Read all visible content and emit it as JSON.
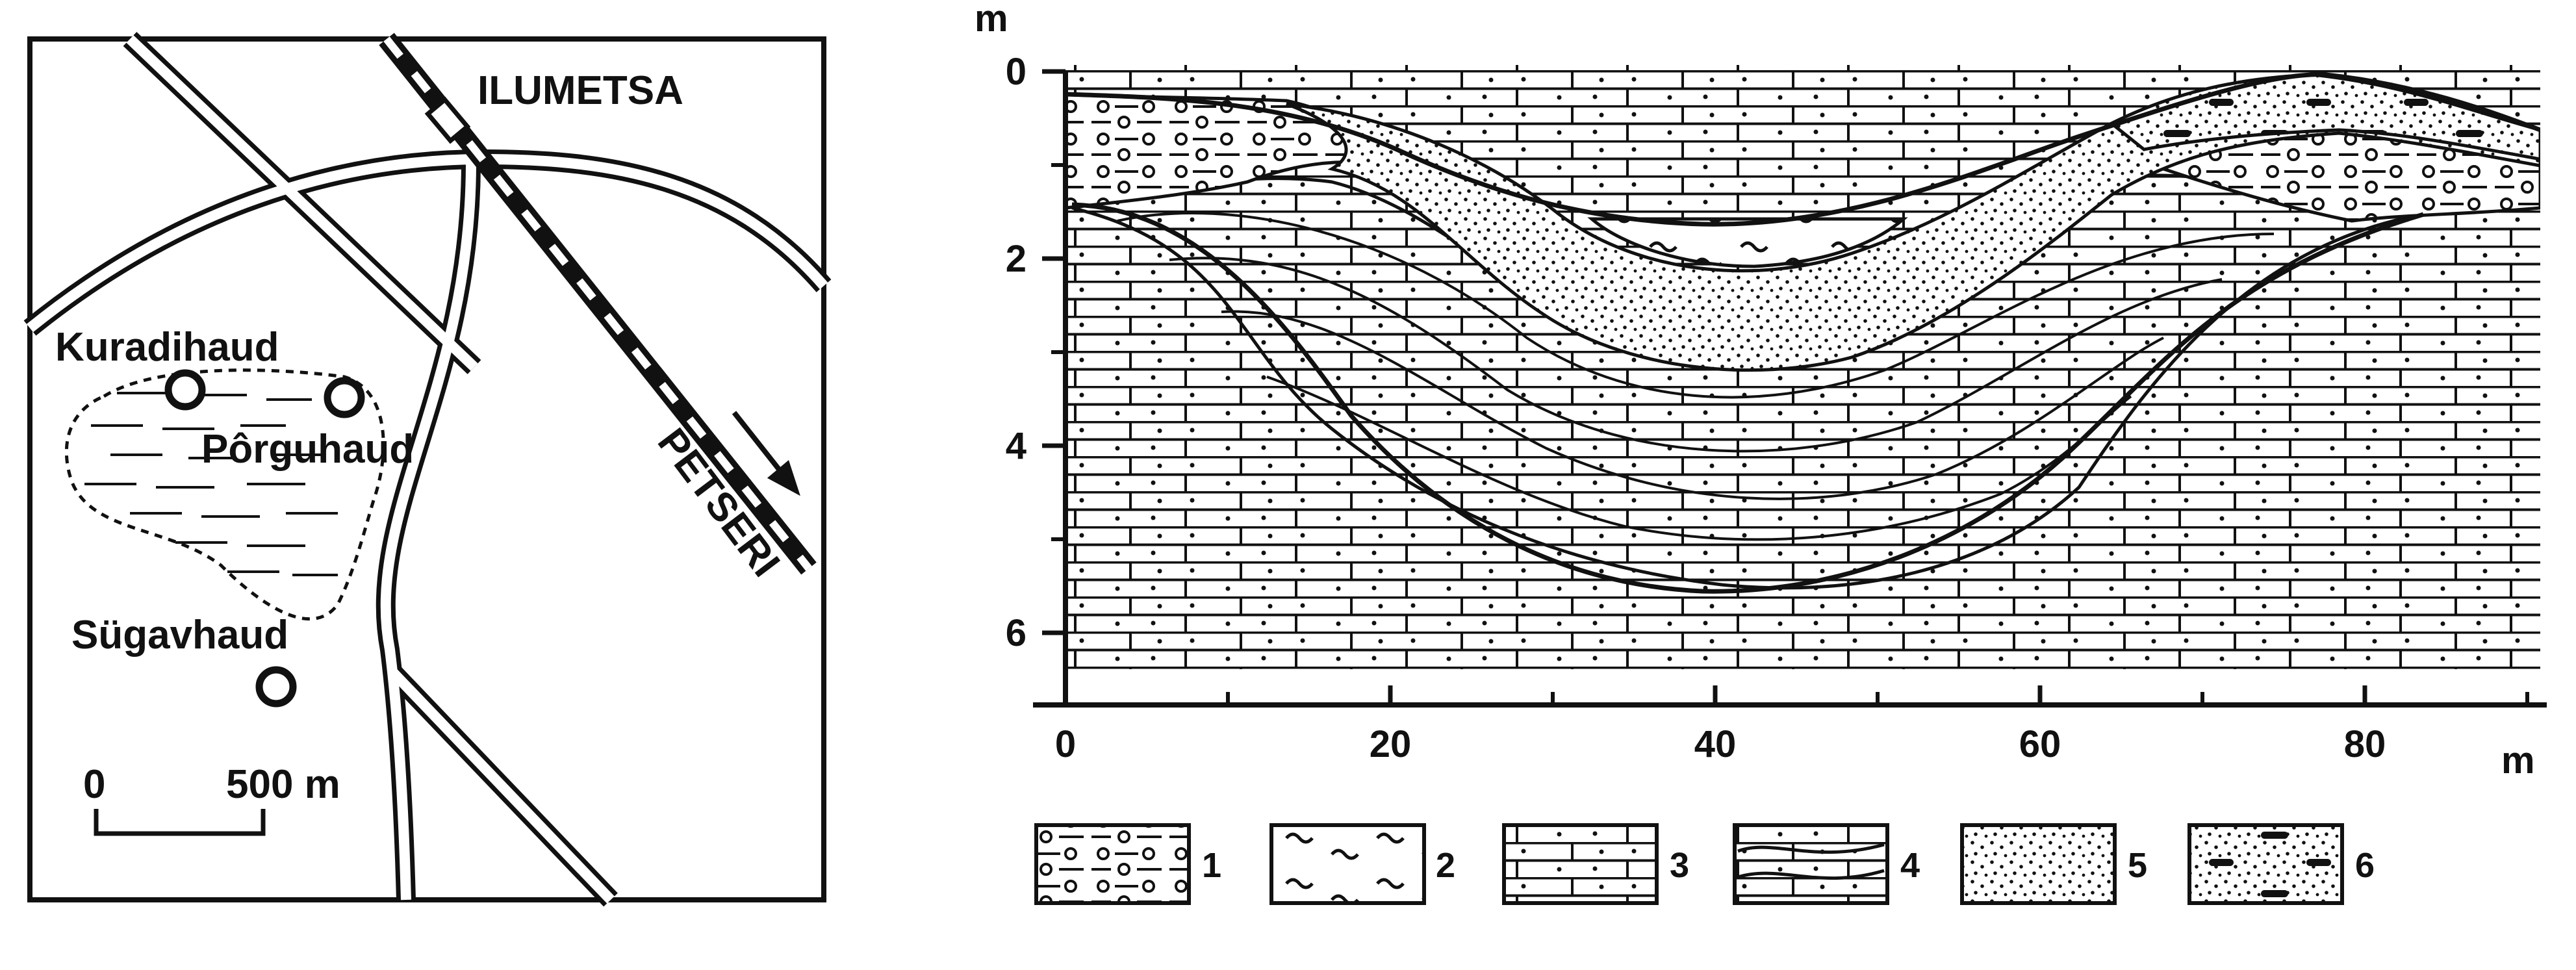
{
  "map": {
    "labels": {
      "ilumetsa": "ILUMETSA",
      "petseri": "PETSERI",
      "kuradihaud": "Kuradihaud",
      "porguhaud": "Pôrguhaud",
      "sugavhaud": "Sügavhaud"
    },
    "scale": {
      "zero": "0",
      "end": "500 m"
    }
  },
  "section": {
    "y_unit": "m",
    "x_unit": "m",
    "y_ticks": [
      "0",
      "2",
      "4",
      "6"
    ],
    "x_ticks": [
      "0",
      "20",
      "40",
      "60",
      "80"
    ],
    "x_range_m": [
      0,
      93
    ],
    "y_range_m": [
      0,
      6.8
    ]
  },
  "legend": {
    "items": [
      {
        "number": "1",
        "pattern": "circles-and-dashes"
      },
      {
        "number": "2",
        "pattern": "tildes"
      },
      {
        "number": "3",
        "pattern": "horizontal-bricks"
      },
      {
        "number": "4",
        "pattern": "deformed-bricks"
      },
      {
        "number": "5",
        "pattern": "fine-dots"
      },
      {
        "number": "6",
        "pattern": "dots-with-dashes"
      }
    ]
  },
  "colors": {
    "ink": "#111111",
    "paper": "#ffffff"
  }
}
